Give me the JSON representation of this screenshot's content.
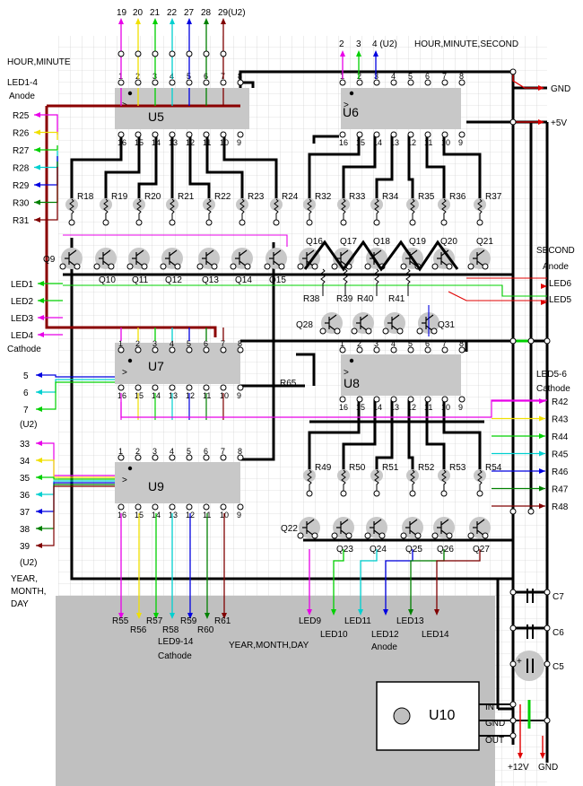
{
  "chips": {
    "u5": "U5",
    "u6": "U6",
    "u7": "U7",
    "u8": "U8",
    "u9": "U9",
    "u10": "U10"
  },
  "pins_top": [
    "1",
    "2",
    "3",
    "4",
    "5",
    "6",
    "7",
    "8"
  ],
  "pins_bottom": [
    "16",
    "15",
    "14",
    "13",
    "12",
    "11",
    "10",
    "9"
  ],
  "header": {
    "top_pins": [
      "19",
      "20",
      "21",
      "22",
      "27",
      "28",
      "29(U2)"
    ],
    "hour_minute": "HOUR,MINUTE",
    "led1_4_anode": [
      "LED1-4",
      "Anode"
    ],
    "u6_pins": [
      "2",
      "3",
      "4 (U2)"
    ],
    "hms": "HOUR,MINUTE,SECOND"
  },
  "power": {
    "gnd": "GND",
    "v5": "+5V",
    "v12": "+12V",
    "gnd_bottom": "GND"
  },
  "res_left": [
    "R25",
    "R26",
    "R27",
    "R28",
    "R29",
    "R30",
    "R31"
  ],
  "res_row1": [
    "R18",
    "R19",
    "R20",
    "R21",
    "R22",
    "R23",
    "R24"
  ],
  "res_row1b": [
    "R32",
    "R33",
    "R34",
    "R35",
    "R36",
    "R37"
  ],
  "q_row1a": [
    "Q9",
    "Q10",
    "Q11",
    "Q12",
    "Q13",
    "Q14",
    "Q15"
  ],
  "q_row1b": [
    "Q16",
    "Q17",
    "Q18",
    "Q19",
    "Q20",
    "Q21"
  ],
  "leds_left": [
    "LED1",
    "LED2",
    "LED3",
    "LED4"
  ],
  "cathode": "Cathode",
  "second": [
    "SECOND",
    "Anode"
  ],
  "leds_right": [
    "LED6",
    "LED5"
  ],
  "res_mid": [
    "R38",
    "R39",
    "R40",
    "R41"
  ],
  "q_mid": [
    "Q28",
    "Q31"
  ],
  "r65": "R65",
  "left_inputs_a": [
    "5",
    "6",
    "7"
  ],
  "u2_label": "(U2)",
  "led5_6_cathode": [
    "LED5-6",
    "Cathode"
  ],
  "res_right": [
    "R42",
    "R43",
    "R44",
    "R45",
    "R46",
    "R47",
    "R48"
  ],
  "left_inputs_b": [
    "33",
    "34",
    "35",
    "36",
    "37",
    "38",
    "39"
  ],
  "ymd_left": [
    "YEAR,",
    "MONTH,",
    "DAY"
  ],
  "res_row2": [
    "R49",
    "R50",
    "R51",
    "R52",
    "R53",
    "R54"
  ],
  "q_row2": [
    "Q22",
    "Q23",
    "Q24",
    "Q25",
    "Q26",
    "Q27"
  ],
  "capacitors": [
    "C7",
    "C6",
    "C5"
  ],
  "res_bottom": [
    "R55",
    "R56",
    "R57",
    "R58",
    "R59",
    "R60",
    "R61"
  ],
  "led9_14_cathode": [
    "LED9-14",
    "Cathode"
  ],
  "ymd": "YEAR,MONTH,DAY",
  "leds_bottom": [
    "LED9",
    "LED10",
    "LED11",
    "LED12",
    "LED13",
    "LED14"
  ],
  "anode": "Anode",
  "reg_pins": [
    "IN",
    "GND",
    "OUT"
  ],
  "wire_colors": [
    "#e800e8",
    "#f0e000",
    "#00d000",
    "#00d0d0",
    "#0000e0",
    "#008000",
    "#800000"
  ],
  "power_color": "#e00000",
  "bus_color": "#8b0000"
}
